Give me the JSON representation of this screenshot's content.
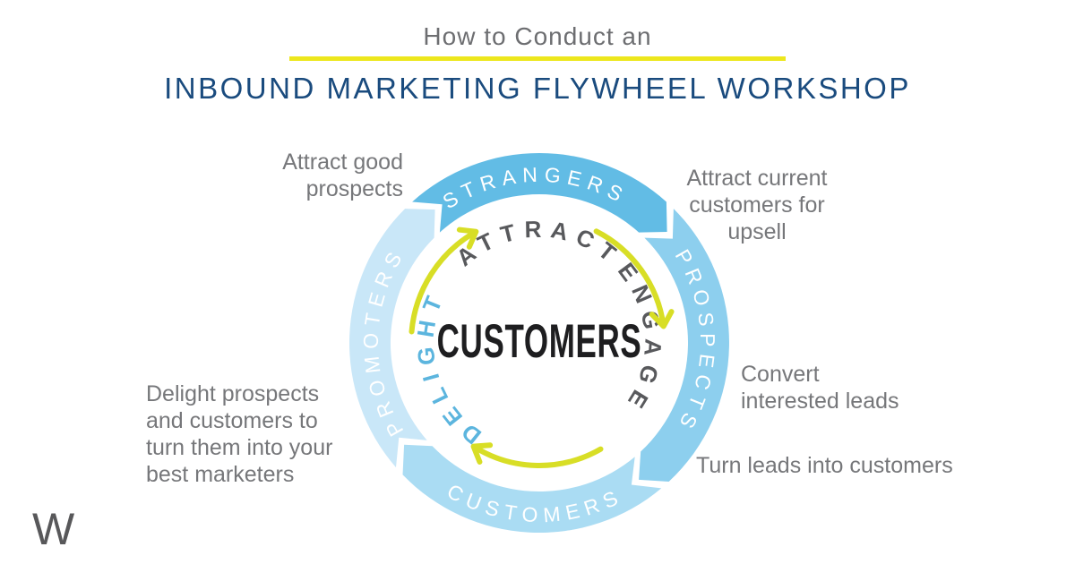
{
  "header": {
    "subtitle": "How to Conduct an",
    "title": "INBOUND MARKETING FLYWHEEL WORKSHOP"
  },
  "flywheel": {
    "center_label": "CUSTOMERS",
    "segments": [
      {
        "label": "STRANGERS",
        "color": "#62BCE5"
      },
      {
        "label": "PROSPECTS",
        "color": "#8DCFEE"
      },
      {
        "label": "CUSTOMERS",
        "color": "#AADCF3"
      },
      {
        "label": "PROMOTERS",
        "color": "#C9E7F8"
      }
    ],
    "stages": [
      {
        "label": "ATTRACT",
        "color": "#58595C"
      },
      {
        "label": "ENGAGE",
        "color": "#58595C"
      },
      {
        "label": "DELIGHT",
        "color": "#5CB5DE"
      }
    ],
    "arrow_color": "#D8DE26"
  },
  "annotations": [
    {
      "id": "attract-good",
      "text": "Attract good\nprospects"
    },
    {
      "id": "attract-current",
      "text": "Attract current\ncustomers for\nupsell"
    },
    {
      "id": "convert",
      "text": "Convert\ninterested leads"
    },
    {
      "id": "turn-leads",
      "text": "Turn leads into customers"
    },
    {
      "id": "delight",
      "text": "Delight prospects\nand customers to\nturn them into your\nbest marketers"
    }
  ],
  "footer": {
    "logo_left": "W"
  },
  "colors": {
    "title_navy": "#1A4B7E",
    "subtitle_gray": "#6D6E71",
    "annotation_gray": "#76777A",
    "underline_yellow": "#EDE71C",
    "arrow_yellow": "#D8DE26",
    "brand_icon_blue": "#5AB8F2",
    "logo_gray": "#58585A",
    "center_text": "#1E1E20"
  }
}
